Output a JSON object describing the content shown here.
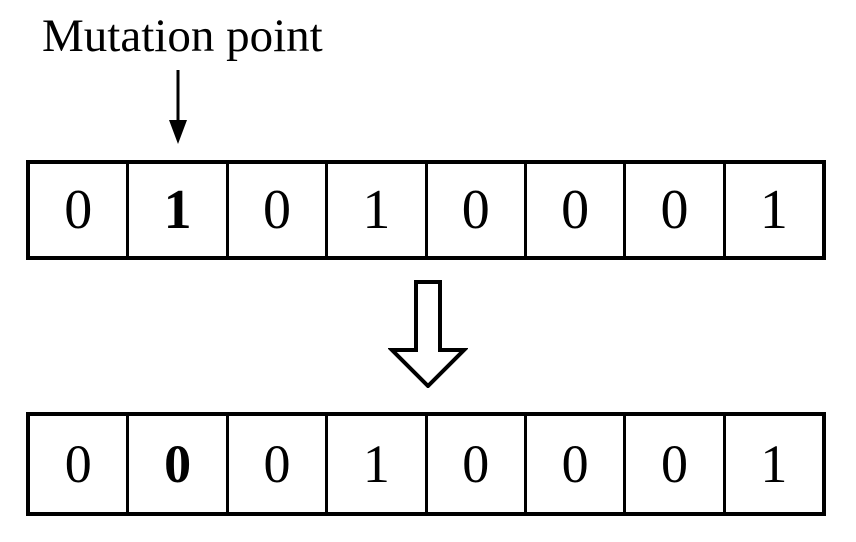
{
  "diagram": {
    "title": "Mutation point",
    "label": {
      "text": "Mutation point",
      "pointer_icon": "down-arrow-thin-icon"
    },
    "transform_icon": "block-arrow-down-icon",
    "colors": {
      "stroke": "#000000",
      "background": "#ffffff"
    },
    "parent_row": {
      "name": "parent-chromosome",
      "genes": [
        {
          "value": "0",
          "mutated": false
        },
        {
          "value": "1",
          "mutated": true
        },
        {
          "value": "0",
          "mutated": false
        },
        {
          "value": "1",
          "mutated": false
        },
        {
          "value": "0",
          "mutated": false
        },
        {
          "value": "0",
          "mutated": false
        },
        {
          "value": "0",
          "mutated": false
        },
        {
          "value": "1",
          "mutated": false
        }
      ]
    },
    "child_row": {
      "name": "child-chromosome",
      "genes": [
        {
          "value": "0",
          "mutated": false
        },
        {
          "value": "0",
          "mutated": true
        },
        {
          "value": "0",
          "mutated": false
        },
        {
          "value": "1",
          "mutated": false
        },
        {
          "value": "0",
          "mutated": false
        },
        {
          "value": "0",
          "mutated": false
        },
        {
          "value": "0",
          "mutated": false
        },
        {
          "value": "1",
          "mutated": false
        }
      ]
    },
    "mutation_index": 1
  }
}
